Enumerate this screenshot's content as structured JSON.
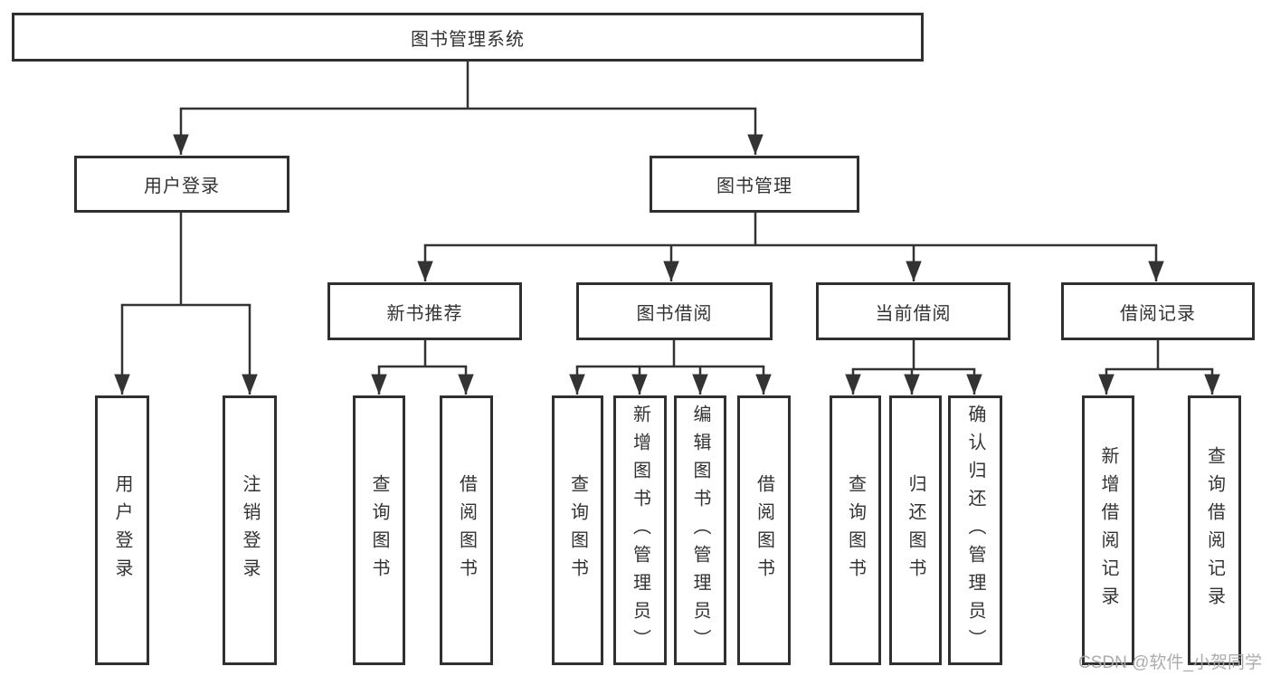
{
  "diagram": {
    "tree": {
      "root": "图书管理系统",
      "branches": [
        {
          "label": "用户登录",
          "children": [
            "用户登录",
            "注销登录"
          ]
        },
        {
          "label": "图书管理",
          "sections": [
            {
              "label": "新书推荐",
              "children": [
                "查询图书",
                "借阅图书"
              ]
            },
            {
              "label": "图书借阅",
              "children": [
                "查询图书",
                "新增图书（管理员）",
                "编辑图书（管理员）",
                "借阅图书"
              ]
            },
            {
              "label": "当前借阅",
              "children": [
                "查询图书",
                "归还图书",
                "确认归还（管理员）"
              ]
            },
            {
              "label": "借阅记录",
              "children": [
                "新增借阅记录",
                "查询借阅记录"
              ]
            }
          ]
        }
      ]
    },
    "colors": {
      "line": "#333333",
      "box_border": "#303030",
      "box_background": "#ffffff",
      "text": "#333333",
      "watermark": "#a8a8a8"
    }
  },
  "watermark": "CSDN @软件_小贺同学"
}
